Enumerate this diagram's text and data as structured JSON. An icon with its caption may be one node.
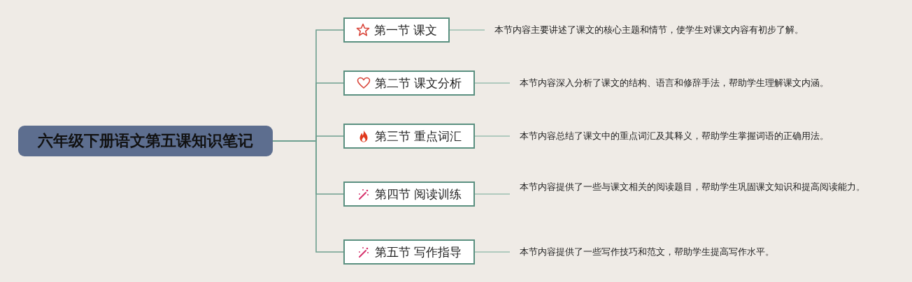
{
  "diagram": {
    "nodes": [
      {
        "text": [
          "六年级下册语文第五课知识笔记"
        ]
      },
      {
        "text": [
          "第一节 课文"
        ]
      },
      {
        "text": [
          "第二节 课文分析"
        ]
      },
      {
        "text": [
          "第三节 重点词汇"
        ]
      },
      {
        "text": [
          "第四节 阅读训练"
        ]
      },
      {
        "text": [
          "第五节 写作指导"
        ]
      },
      {
        "text": [
          "本节内容主要讲述了课文的核心主题和情节，使学生对课文内容有初步了解。"
        ]
      },
      {
        "text": [
          "本节内容深入分析了课文的结构、语言和修辞手法，帮助学生理解课文内涵。"
        ]
      },
      {
        "text": [
          "本节内容总结了课文中的重点词汇及其释义，帮助学生掌握词语的正确用法。"
        ]
      },
      {
        "text": [
          "本节内容提供了一些与课文相关的阅读题目，帮助学生巩固课文知识和提高阅读能力。"
        ]
      },
      {
        "text": [
          "本节内容提供了一些写作技巧和范文，帮助学生提高写作水平。"
        ]
      }
    ],
    "edges": [
      {
        "from": 0,
        "to": 1,
        "arrow": "none"
      },
      {
        "from": 0,
        "to": 2,
        "arrow": "none"
      },
      {
        "from": 0,
        "to": 3,
        "arrow": "none"
      },
      {
        "from": 0,
        "to": 4,
        "arrow": "none"
      },
      {
        "from": 0,
        "to": 5,
        "arrow": "none"
      },
      {
        "from": 1,
        "to": 6,
        "arrow": "none"
      },
      {
        "from": 2,
        "to": 7,
        "arrow": "none"
      },
      {
        "from": 3,
        "to": 8,
        "arrow": "none"
      },
      {
        "from": 4,
        "to": 9,
        "arrow": "none"
      },
      {
        "from": 5,
        "to": 10,
        "arrow": "none"
      }
    ]
  }
}
